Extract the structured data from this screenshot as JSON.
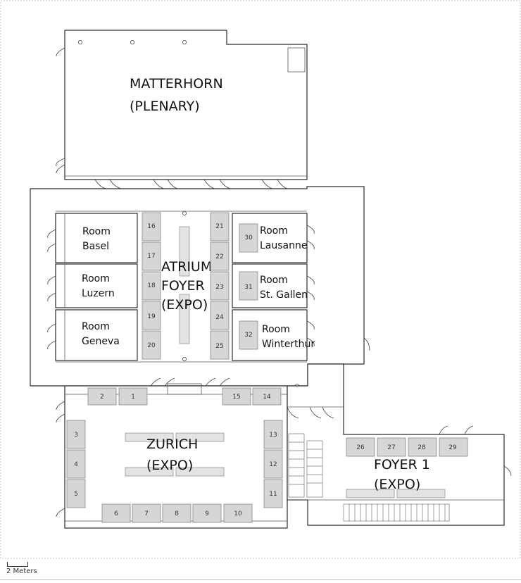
{
  "rooms": {
    "matterhorn": [
      "MATTERHORN",
      "(PLENARY)"
    ],
    "atrium": [
      "ATRIUM",
      "FOYER",
      "(EXPO)"
    ],
    "zurich": [
      "ZURICH",
      "(EXPO)"
    ],
    "foyer1": [
      "FOYER 1",
      "(EXPO)"
    ],
    "basel": [
      "Room",
      "Basel"
    ],
    "luzern": [
      "Room",
      "Luzern"
    ],
    "geneva": [
      "Room",
      "Geneva"
    ],
    "lausanne": [
      "Room",
      "Lausanne"
    ],
    "stgallen": [
      "Room",
      "St. Gallen"
    ],
    "winterthur": [
      "Room",
      "Winterthur"
    ]
  },
  "booths": {
    "b1": "1",
    "b2": "2",
    "b3": "3",
    "b4": "4",
    "b5": "5",
    "b6": "6",
    "b7": "7",
    "b8": "8",
    "b9": "9",
    "b10": "10",
    "b11": "11",
    "b12": "12",
    "b13": "13",
    "b14": "14",
    "b15": "15",
    "b16": "16",
    "b17": "17",
    "b18": "18",
    "b19": "19",
    "b20": "20",
    "b21": "21",
    "b22": "22",
    "b23": "23",
    "b24": "24",
    "b25": "25",
    "b26": "26",
    "b27": "27",
    "b28": "28",
    "b29": "29",
    "b30": "30",
    "b31": "31",
    "b32": "32"
  },
  "scale": {
    "label": "2 Meters"
  }
}
